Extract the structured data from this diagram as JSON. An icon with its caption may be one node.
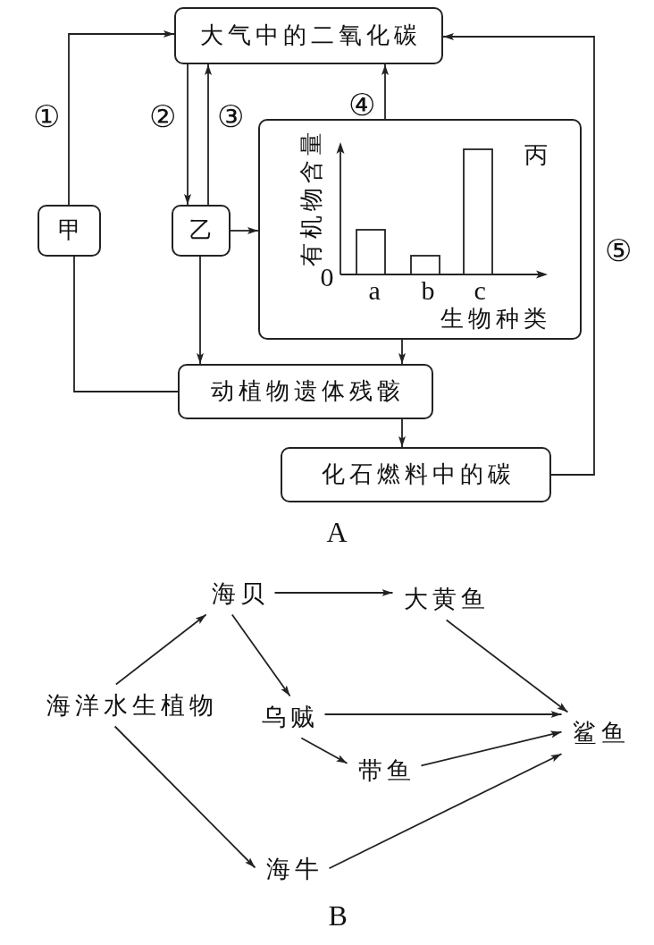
{
  "diagram": {
    "nodes": [
      {
        "text": [
          "大气中的二氧化碳"
        ]
      },
      {
        "text": [
          "甲"
        ]
      },
      {
        "text": [
          "乙"
        ]
      },
      {
        "text": [
          "丙",
          "有机物含量",
          "0",
          "a",
          "b",
          "c",
          "生物种类"
        ]
      },
      {
        "text": [
          "动植物遗体残骸"
        ]
      },
      {
        "text": [
          "化石燃料中的碳"
        ]
      },
      {
        "text": [
          "海贝"
        ]
      },
      {
        "text": [
          "大黄鱼"
        ]
      },
      {
        "text": [
          "海洋水生植物"
        ]
      },
      {
        "text": [
          "乌贼"
        ]
      },
      {
        "text": [
          "鲨鱼"
        ]
      },
      {
        "text": [
          "带鱼"
        ]
      },
      {
        "text": [
          "海牛"
        ]
      }
    ],
    "edges": [
      {
        "from": 1,
        "to": 0,
        "arrow": "to",
        "label": "①"
      },
      {
        "from": 0,
        "to": 2,
        "arrow": "to",
        "label": "②"
      },
      {
        "from": 2,
        "to": 0,
        "arrow": "to",
        "label": "③"
      },
      {
        "from": 2,
        "to": 3,
        "arrow": "to"
      },
      {
        "from": 3,
        "to": 0,
        "arrow": "to",
        "label": "④"
      },
      {
        "from": 5,
        "to": 0,
        "arrow": "to",
        "label": "⑤"
      },
      {
        "from": 1,
        "to": 4,
        "arrow": "none"
      },
      {
        "from": 2,
        "to": 4,
        "arrow": "to"
      },
      {
        "from": 3,
        "to": 4,
        "arrow": "to"
      },
      {
        "from": 4,
        "to": 5,
        "arrow": "to"
      },
      {
        "from": 8,
        "to": 6,
        "arrow": "to"
      },
      {
        "from": 8,
        "to": 12,
        "arrow": "to"
      },
      {
        "from": 6,
        "to": 7,
        "arrow": "to"
      },
      {
        "from": 6,
        "to": 9,
        "arrow": "to"
      },
      {
        "from": 7,
        "to": 10,
        "arrow": "to"
      },
      {
        "from": 9,
        "to": 10,
        "arrow": "to"
      },
      {
        "from": 9,
        "to": 11,
        "arrow": "to"
      },
      {
        "from": 11,
        "to": 10,
        "arrow": "to"
      },
      {
        "from": 12,
        "to": 10,
        "arrow": "to"
      }
    ],
    "labels": [
      "A",
      "B"
    ]
  }
}
